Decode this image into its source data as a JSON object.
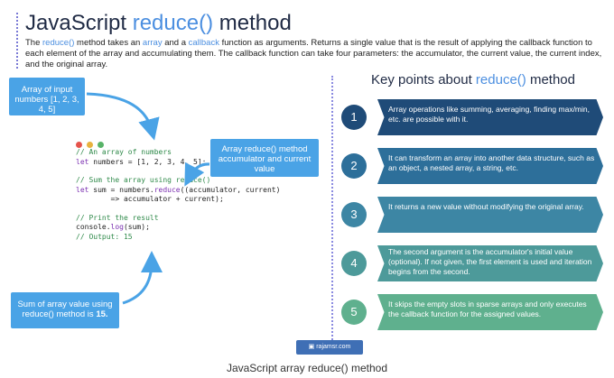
{
  "title": {
    "prefix": "JavaScript ",
    "highlight": "reduce()",
    "suffix": " method"
  },
  "intro": {
    "part1": "The ",
    "hl1": "reduce()",
    "part2": " method takes an ",
    "hl2": "array",
    "part3": " and a ",
    "hl3": "callback",
    "part4": " function as arguments. Returns a single value that is the result of applying the callback function to each element of the array and accumulating them. The callback function can take four parameters: the accumulator, the current value, the current index, and the original array."
  },
  "callouts": {
    "input": "Array of input numbers [1, 2, 3, 4, 5]",
    "reduce": "Array reduce() method accumulator and current value",
    "sum_prefix": "Sum of array value using reduce() method is ",
    "sum_value": "15."
  },
  "code": {
    "l1": "// An array of numbers",
    "l2a": "let",
    "l2b": " numbers = [1, 2, 3, 4, 5];",
    "l3": "// Sum the array using reduce()",
    "l4a": "let",
    "l4b": " sum = numbers.",
    "l4c": "reduce",
    "l4d": "((accumulator, current)",
    "l5": "        => accumulator + current);",
    "l6": "// Print the result",
    "l7a": "console.",
    "l7b": "log",
    "l7c": "(sum);",
    "l8": "// Output: 15"
  },
  "key_points": {
    "title_prefix": "Key points about ",
    "title_highlight": "reduce()",
    "title_suffix": " method",
    "items": [
      {
        "num": "1",
        "text": "Array operations like summing, averaging, finding max/min, etc. are possible with it."
      },
      {
        "num": "2",
        "text": "It can transform an array into another data structure, such as an object, a nested array, a string, etc."
      },
      {
        "num": "3",
        "text": "It returns a new value without modifying the original array."
      },
      {
        "num": "4",
        "text": "The second argument is the accumulator's initial value (optional). If not given, the first element is used and iteration begins from the second."
      },
      {
        "num": "5",
        "text": "It skips the empty slots in sparse arrays and only executes the callback function for the assigned values."
      }
    ]
  },
  "colors": {
    "kp1": "#1f4b78",
    "kp2": "#2d6f9a",
    "kp3": "#3d86a4",
    "kp4": "#4d9a9a",
    "kp5": "#5fb08e",
    "callout": "#4aa3e6"
  },
  "badge": "rajamsr.com",
  "caption": "JavaScript array reduce() method"
}
